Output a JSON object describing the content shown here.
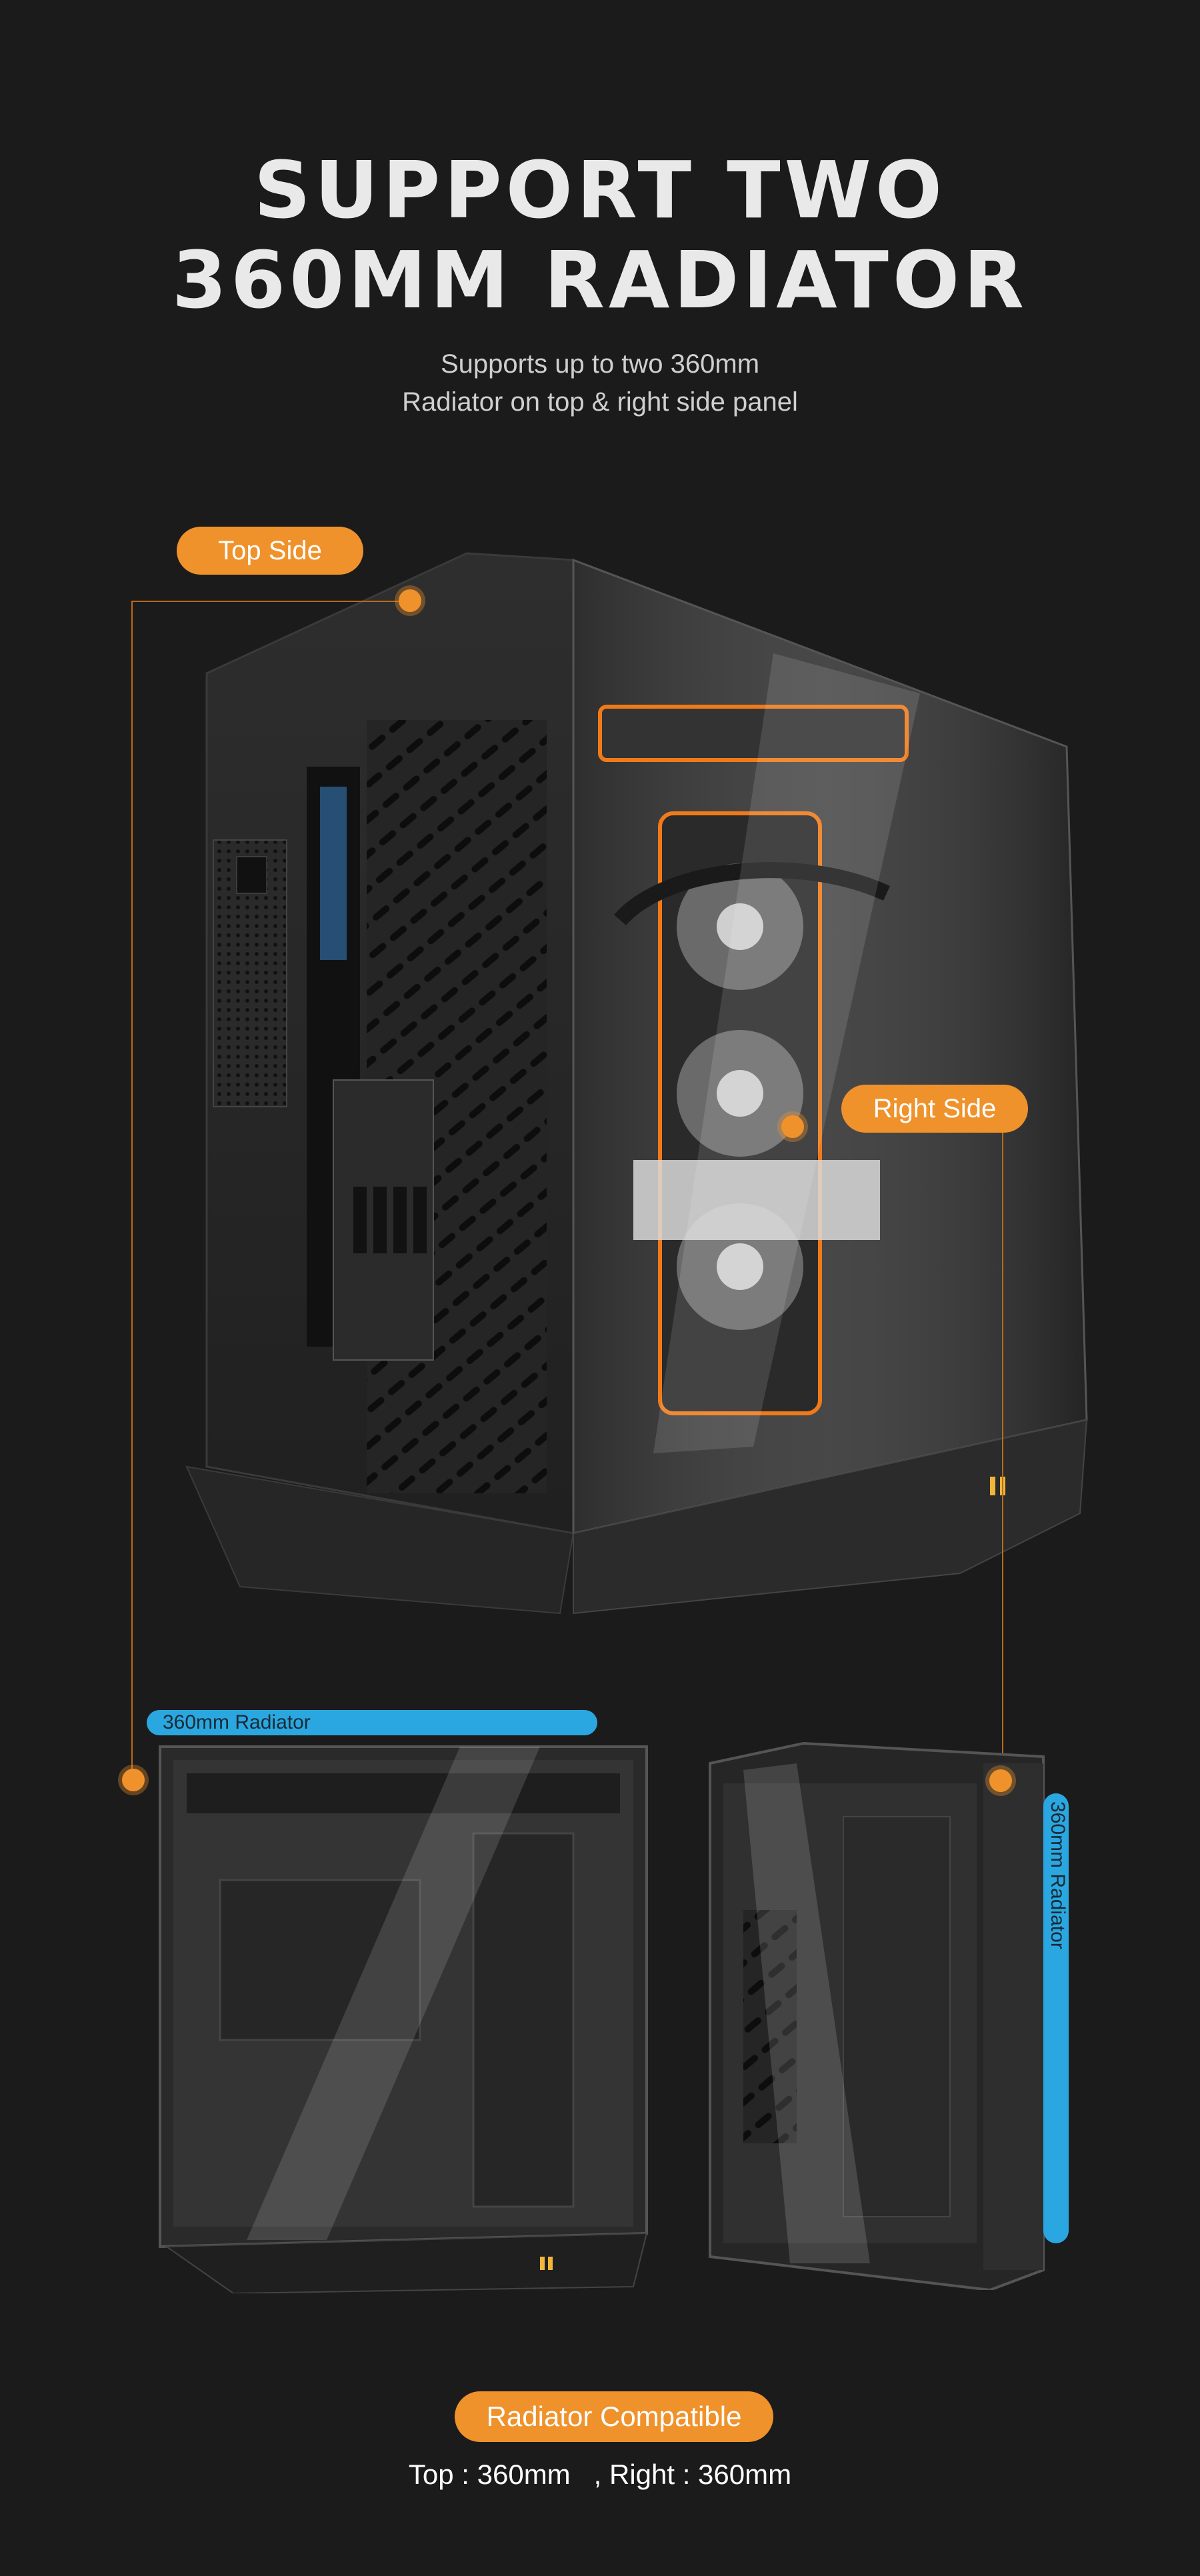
{
  "heading": {
    "line1": "SUPPORT TWO",
    "line2": "360MM RADIATOR"
  },
  "subheading": {
    "line1": "Supports up to two 360mm",
    "line2": "Radiator on top & right side panel"
  },
  "callouts": {
    "top_side": "Top Side",
    "right_side": "Right Side"
  },
  "detail_labels": {
    "top_radiator": "360mm Radiator",
    "right_radiator": "360mm Radiator"
  },
  "footer": {
    "badge": "Radiator Compatible",
    "spec": "Top : 360mm   , Right : 360mm"
  },
  "colors": {
    "accent_orange": "#f0922b",
    "accent_blue": "#2aa7e0",
    "background": "#1b1b1b"
  }
}
